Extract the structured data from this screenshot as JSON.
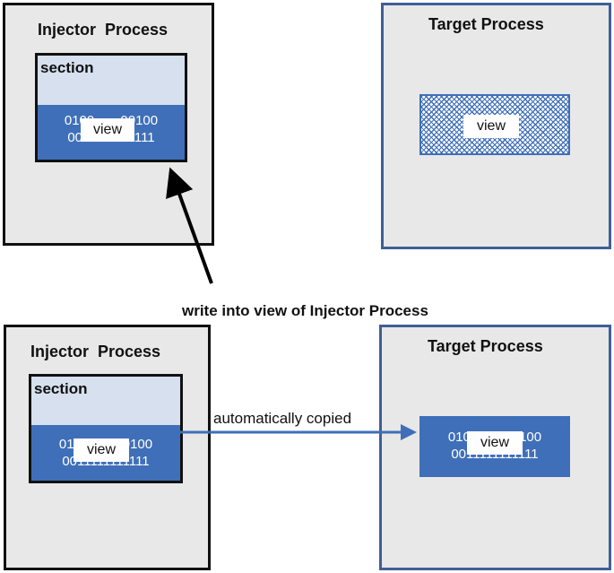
{
  "top": {
    "injector": {
      "title": "Injector  Process",
      "section_label": "section",
      "bits_line1": "0100       00100",
      "bits_line2": "0011111111111",
      "view_label": "view"
    },
    "target": {
      "title": "Target Process",
      "view_label": "view"
    }
  },
  "caption": "write into view of Injector Process",
  "bottom": {
    "injector": {
      "title": "Injector  Process",
      "section_label": "section",
      "bits_line1": "0100       00100",
      "bits_line2": "0011111111111",
      "view_label": "view"
    },
    "target": {
      "title": "Target Process",
      "bits_line1": "0100       00100",
      "bits_line2": "0011111111111",
      "view_label": "view"
    },
    "copy_label": "automatically copied"
  },
  "colors": {
    "process_fill": "#e8e8e8",
    "section_fill": "#d6e0ee",
    "view_blue": "#3f6fb8",
    "target_border": "#3f5f96"
  }
}
